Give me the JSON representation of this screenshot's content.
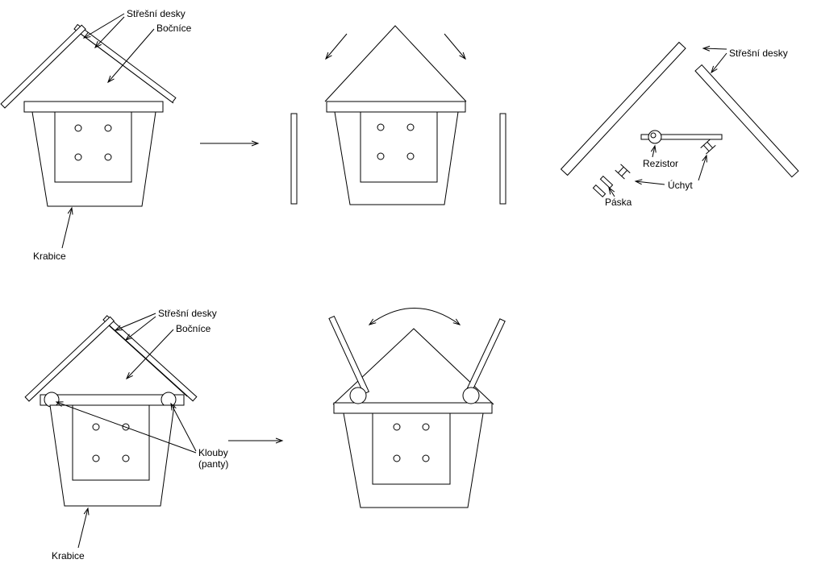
{
  "canvas": {
    "background": "#ffffff",
    "ink": "#000000"
  },
  "labels": {
    "roof_boards": "Střešní desky",
    "side_panels": "Bočníce",
    "box": "Krabice",
    "resistor": "Rezistor",
    "holder": "Úchyt",
    "tape": "Páska",
    "hinges_line1": "Klouby",
    "hinges_line2": "(panty)"
  }
}
